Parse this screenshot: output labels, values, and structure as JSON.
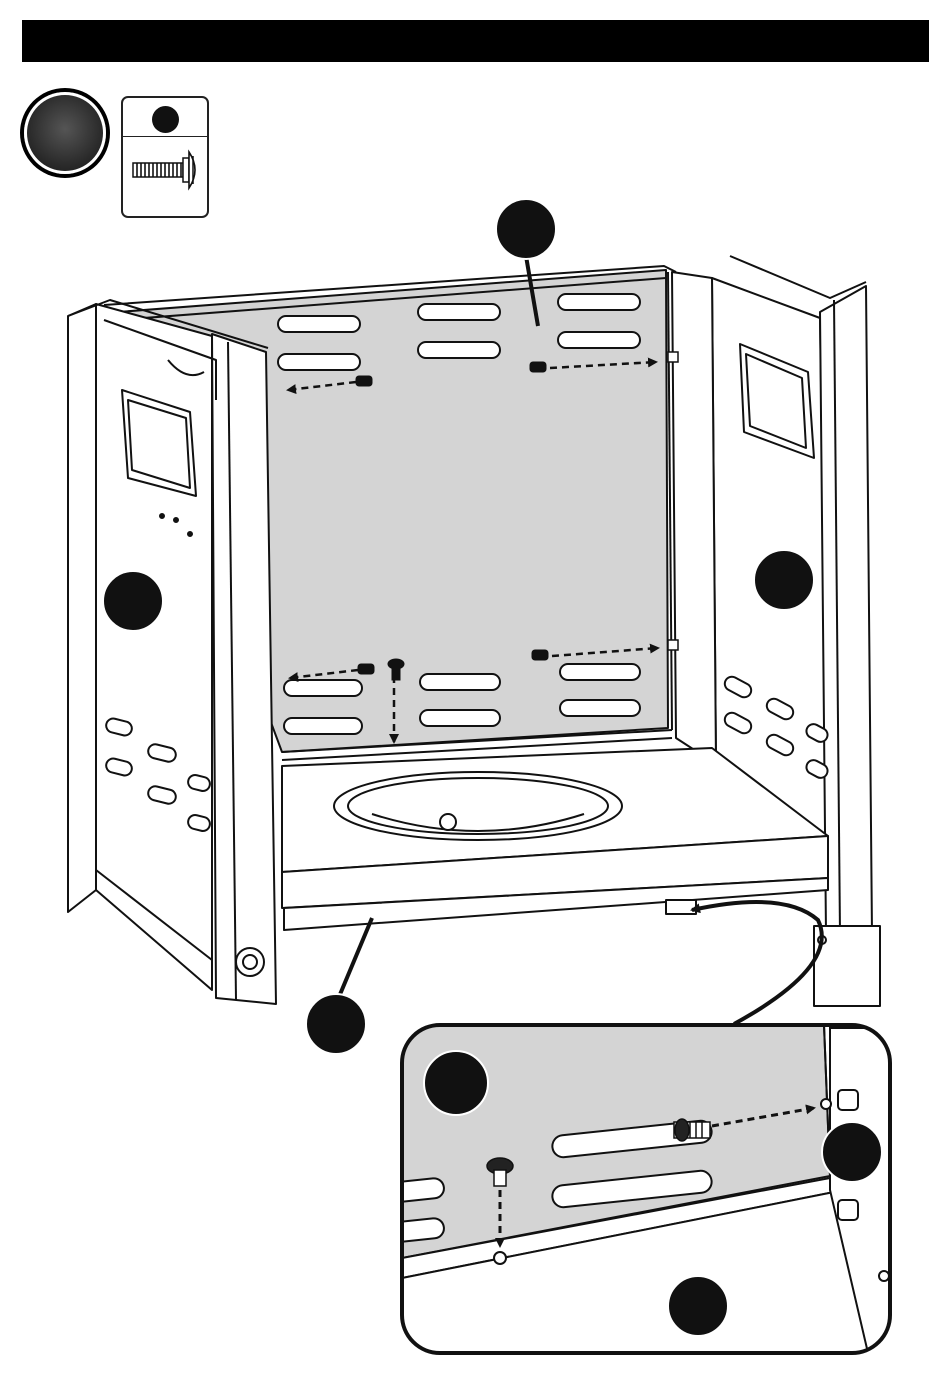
{
  "step": {
    "number": ""
  },
  "hardware": [
    {
      "type": "screw",
      "callout": "",
      "quantity": ""
    }
  ],
  "callouts": [
    {
      "id": "back-panel",
      "label": ""
    },
    {
      "id": "left-side-panel",
      "label": ""
    },
    {
      "id": "right-side-panel",
      "label": ""
    },
    {
      "id": "bottom-panel",
      "label": ""
    },
    {
      "id": "detail-back-panel",
      "label": ""
    },
    {
      "id": "detail-side-panel",
      "label": ""
    },
    {
      "id": "detail-bottom-panel",
      "label": ""
    }
  ],
  "colors": {
    "panel_fill": "#d4d4d4",
    "line": "#111111",
    "callout_fill": "#111111"
  }
}
